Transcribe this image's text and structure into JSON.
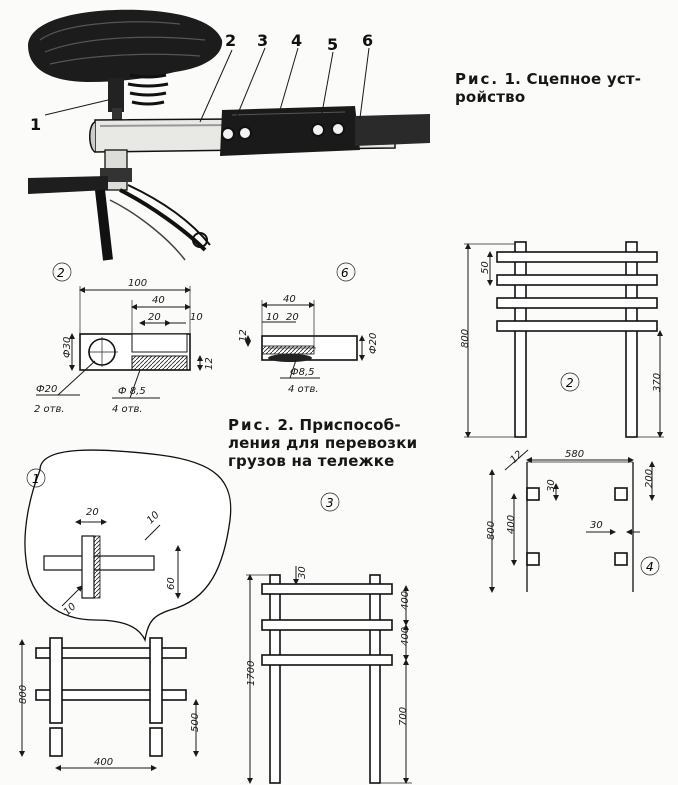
{
  "captions": {
    "fig1_prefix": "Рис.",
    "fig1_number": "1.",
    "fig1_text": "Сцепное уст-ройство",
    "fig2_prefix": "Рис.",
    "fig2_number": "2.",
    "fig2_text": "Приспособ-ления для перевозки грузов на тележке"
  },
  "photo_labels": [
    "1",
    "2",
    "3",
    "4",
    "5",
    "6"
  ],
  "detail_markers": {
    "part2": "2",
    "part6": "6",
    "bubble1": "1",
    "frame3": "3",
    "frame2": "2",
    "frame4": "4"
  },
  "dimensions": {
    "part2": {
      "d100": "100",
      "d40": "40",
      "d20": "20",
      "d10": "10",
      "d30": "Ф30",
      "d12": "12",
      "hole20": "Ф20",
      "hole20_count": "2 отв.",
      "hole85": "Ф 8,5",
      "hole85_count": "4 отв."
    },
    "part6": {
      "d40": "40",
      "d10": "10",
      "d20": "20",
      "d12": "12",
      "d20v": "Ф20",
      "hole85": "Ф8,5",
      "hole85_count": "4 отв."
    },
    "bubble": {
      "d20": "20",
      "d10a": "10",
      "d60": "60",
      "d10b": "10"
    },
    "frame1": {
      "h800": "800",
      "h500": "500",
      "w400": "400"
    },
    "frame3": {
      "d30": "30",
      "d400a": "400",
      "d400b": "400",
      "h1700": "1700",
      "h700": "700"
    },
    "frame2r": {
      "d50": "50",
      "h800": "800",
      "h370": "370"
    },
    "frame4": {
      "w580": "580",
      "d12": "12",
      "d30a": "30",
      "d200": "200",
      "d400": "400",
      "h800": "800",
      "d30b": "30"
    }
  }
}
